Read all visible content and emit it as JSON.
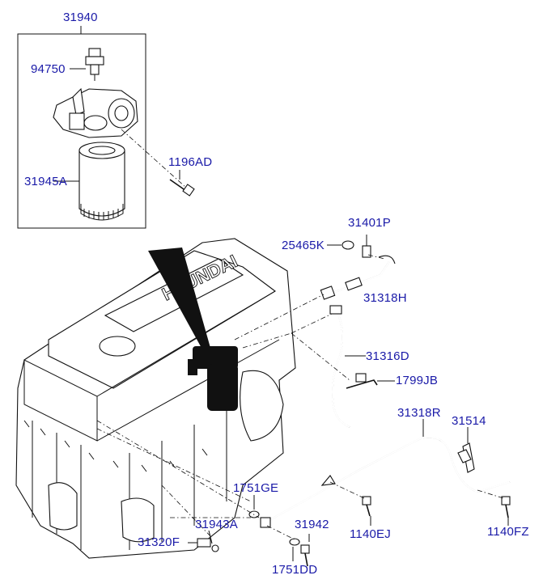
{
  "parts": {
    "p31940": "31940",
    "p94750": "94750",
    "p31945A": "31945A",
    "p1196AD": "1196AD",
    "p31401P": "31401P",
    "p25465K": "25465K",
    "p31318H": "31318H",
    "p31316D": "31316D",
    "p1799JB": "1799JB",
    "p31318R": "31318R",
    "p31514": "31514",
    "p1751GE": "1751GE",
    "p31943A": "31943A",
    "p31942": "31942",
    "p31320F": "31320F",
    "p1140EJ": "1140EJ",
    "p1140FZ": "1140FZ",
    "p1751DD": "1751DD"
  },
  "engine": {
    "brand_text": "HYUNDAI"
  },
  "colors": {
    "label": "#1a1aa8",
    "line": "#111111",
    "background": "#ffffff"
  }
}
